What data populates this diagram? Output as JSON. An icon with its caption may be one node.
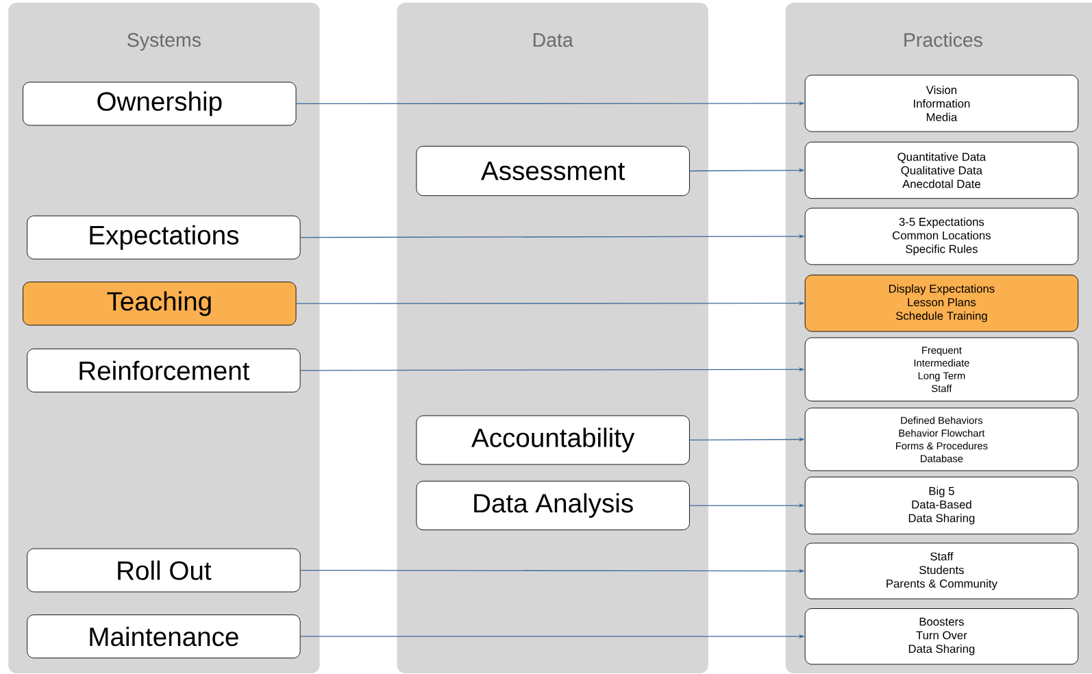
{
  "diagram": {
    "nodes": [
      {
        "text": [
          "Systems"
        ]
      },
      {
        "text": [
          "Data"
        ]
      },
      {
        "text": [
          "Practices"
        ]
      },
      {
        "text": [
          "Ownership"
        ],
        "in": 0
      },
      {
        "text": [
          "Expectations"
        ],
        "in": 0
      },
      {
        "text": [
          "Teaching"
        ],
        "in": 0
      },
      {
        "text": [
          "Reinforcement"
        ],
        "in": 0
      },
      {
        "text": [
          "Roll Out"
        ],
        "in": 0
      },
      {
        "text": [
          "Maintenance"
        ],
        "in": 0
      },
      {
        "text": [
          "Assessment"
        ],
        "in": 1
      },
      {
        "text": [
          "Accountability"
        ],
        "in": 1
      },
      {
        "text": [
          "Data Analysis"
        ],
        "in": 1
      },
      {
        "text": [
          "Vision",
          "Information",
          "Media"
        ],
        "in": 2
      },
      {
        "text": [
          "Quantitative Data",
          "Qualitative Data",
          "Anecdotal Date"
        ],
        "in": 2
      },
      {
        "text": [
          "3-5 Expectations",
          "Common Locations",
          "Specific Rules"
        ],
        "in": 2
      },
      {
        "text": [
          "Display Expectations",
          "Lesson Plans",
          "Schedule Training"
        ],
        "in": 2
      },
      {
        "text": [
          "Frequent",
          "Intermediate",
          "Long Term",
          "Staff"
        ],
        "in": 2
      },
      {
        "text": [
          "Defined Behaviors",
          "Behavior Flowchart",
          "Forms & Procedures",
          "Database"
        ],
        "in": 2
      },
      {
        "text": [
          "Big 5",
          "Data-Based",
          "Data Sharing"
        ],
        "in": 2
      },
      {
        "text": [
          "Staff",
          "Students",
          "Parents & Community"
        ],
        "in": 2
      },
      {
        "text": [
          "Boosters",
          "Turn Over",
          "Data Sharing"
        ],
        "in": 2
      }
    ],
    "edges": [
      {
        "from": 3,
        "to": 12,
        "arrow": "to"
      },
      {
        "from": 9,
        "to": 13,
        "arrow": "to"
      },
      {
        "from": 4,
        "to": 14,
        "arrow": "to"
      },
      {
        "from": 5,
        "to": 15,
        "arrow": "to"
      },
      {
        "from": 6,
        "to": 16,
        "arrow": "to"
      },
      {
        "from": 10,
        "to": 17,
        "arrow": "to"
      },
      {
        "from": 11,
        "to": 18,
        "arrow": "to"
      },
      {
        "from": 7,
        "to": 19,
        "arrow": "to"
      },
      {
        "from": 8,
        "to": 20,
        "arrow": "to"
      }
    ]
  }
}
